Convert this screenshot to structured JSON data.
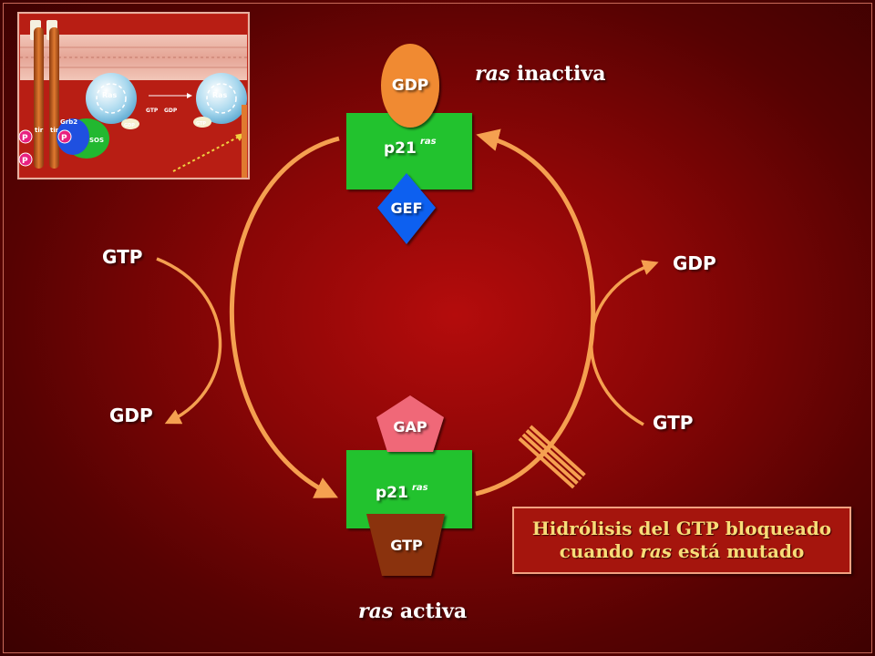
{
  "title_inactive": {
    "italic": "ras",
    "rest": " inactiva"
  },
  "title_active": {
    "italic": "ras",
    "rest": " activa"
  },
  "protein_top": {
    "main": "p21",
    "sup": "ras",
    "bound": "GDP"
  },
  "protein_bottom": {
    "main": "p21",
    "sup": "ras",
    "bound": "GTP"
  },
  "gef_label": "GEF",
  "gap_label": "GAP",
  "left_arrow": {
    "in": "GTP",
    "out": "GDP"
  },
  "right_arrow": {
    "in": "GTP",
    "out": "GDP"
  },
  "note": {
    "line1": "Hidrólisis del GTP bloqueado",
    "line2_a": "cuando ",
    "line2_italic": "ras",
    "line2_b": " está mutado"
  },
  "inset": {
    "ras_left": "Ras",
    "ras_right": "Ras",
    "gdp_small": "GDP",
    "gtp_small": "GTP",
    "arrow_gtp": "GTP",
    "arrow_gdp": "GDP",
    "grb2": "Grb2",
    "sos": "SOS",
    "tir": "tir",
    "p": "P"
  },
  "colors": {
    "cycle_arrow": "#f5a050",
    "protein_green": "#22c22e",
    "gdp_orange": "#f08a30",
    "gef_blue": "#1060f0",
    "gap_pink": "#f06878",
    "gtp_brown": "#8a3208",
    "note_text": "#f8dc78"
  }
}
